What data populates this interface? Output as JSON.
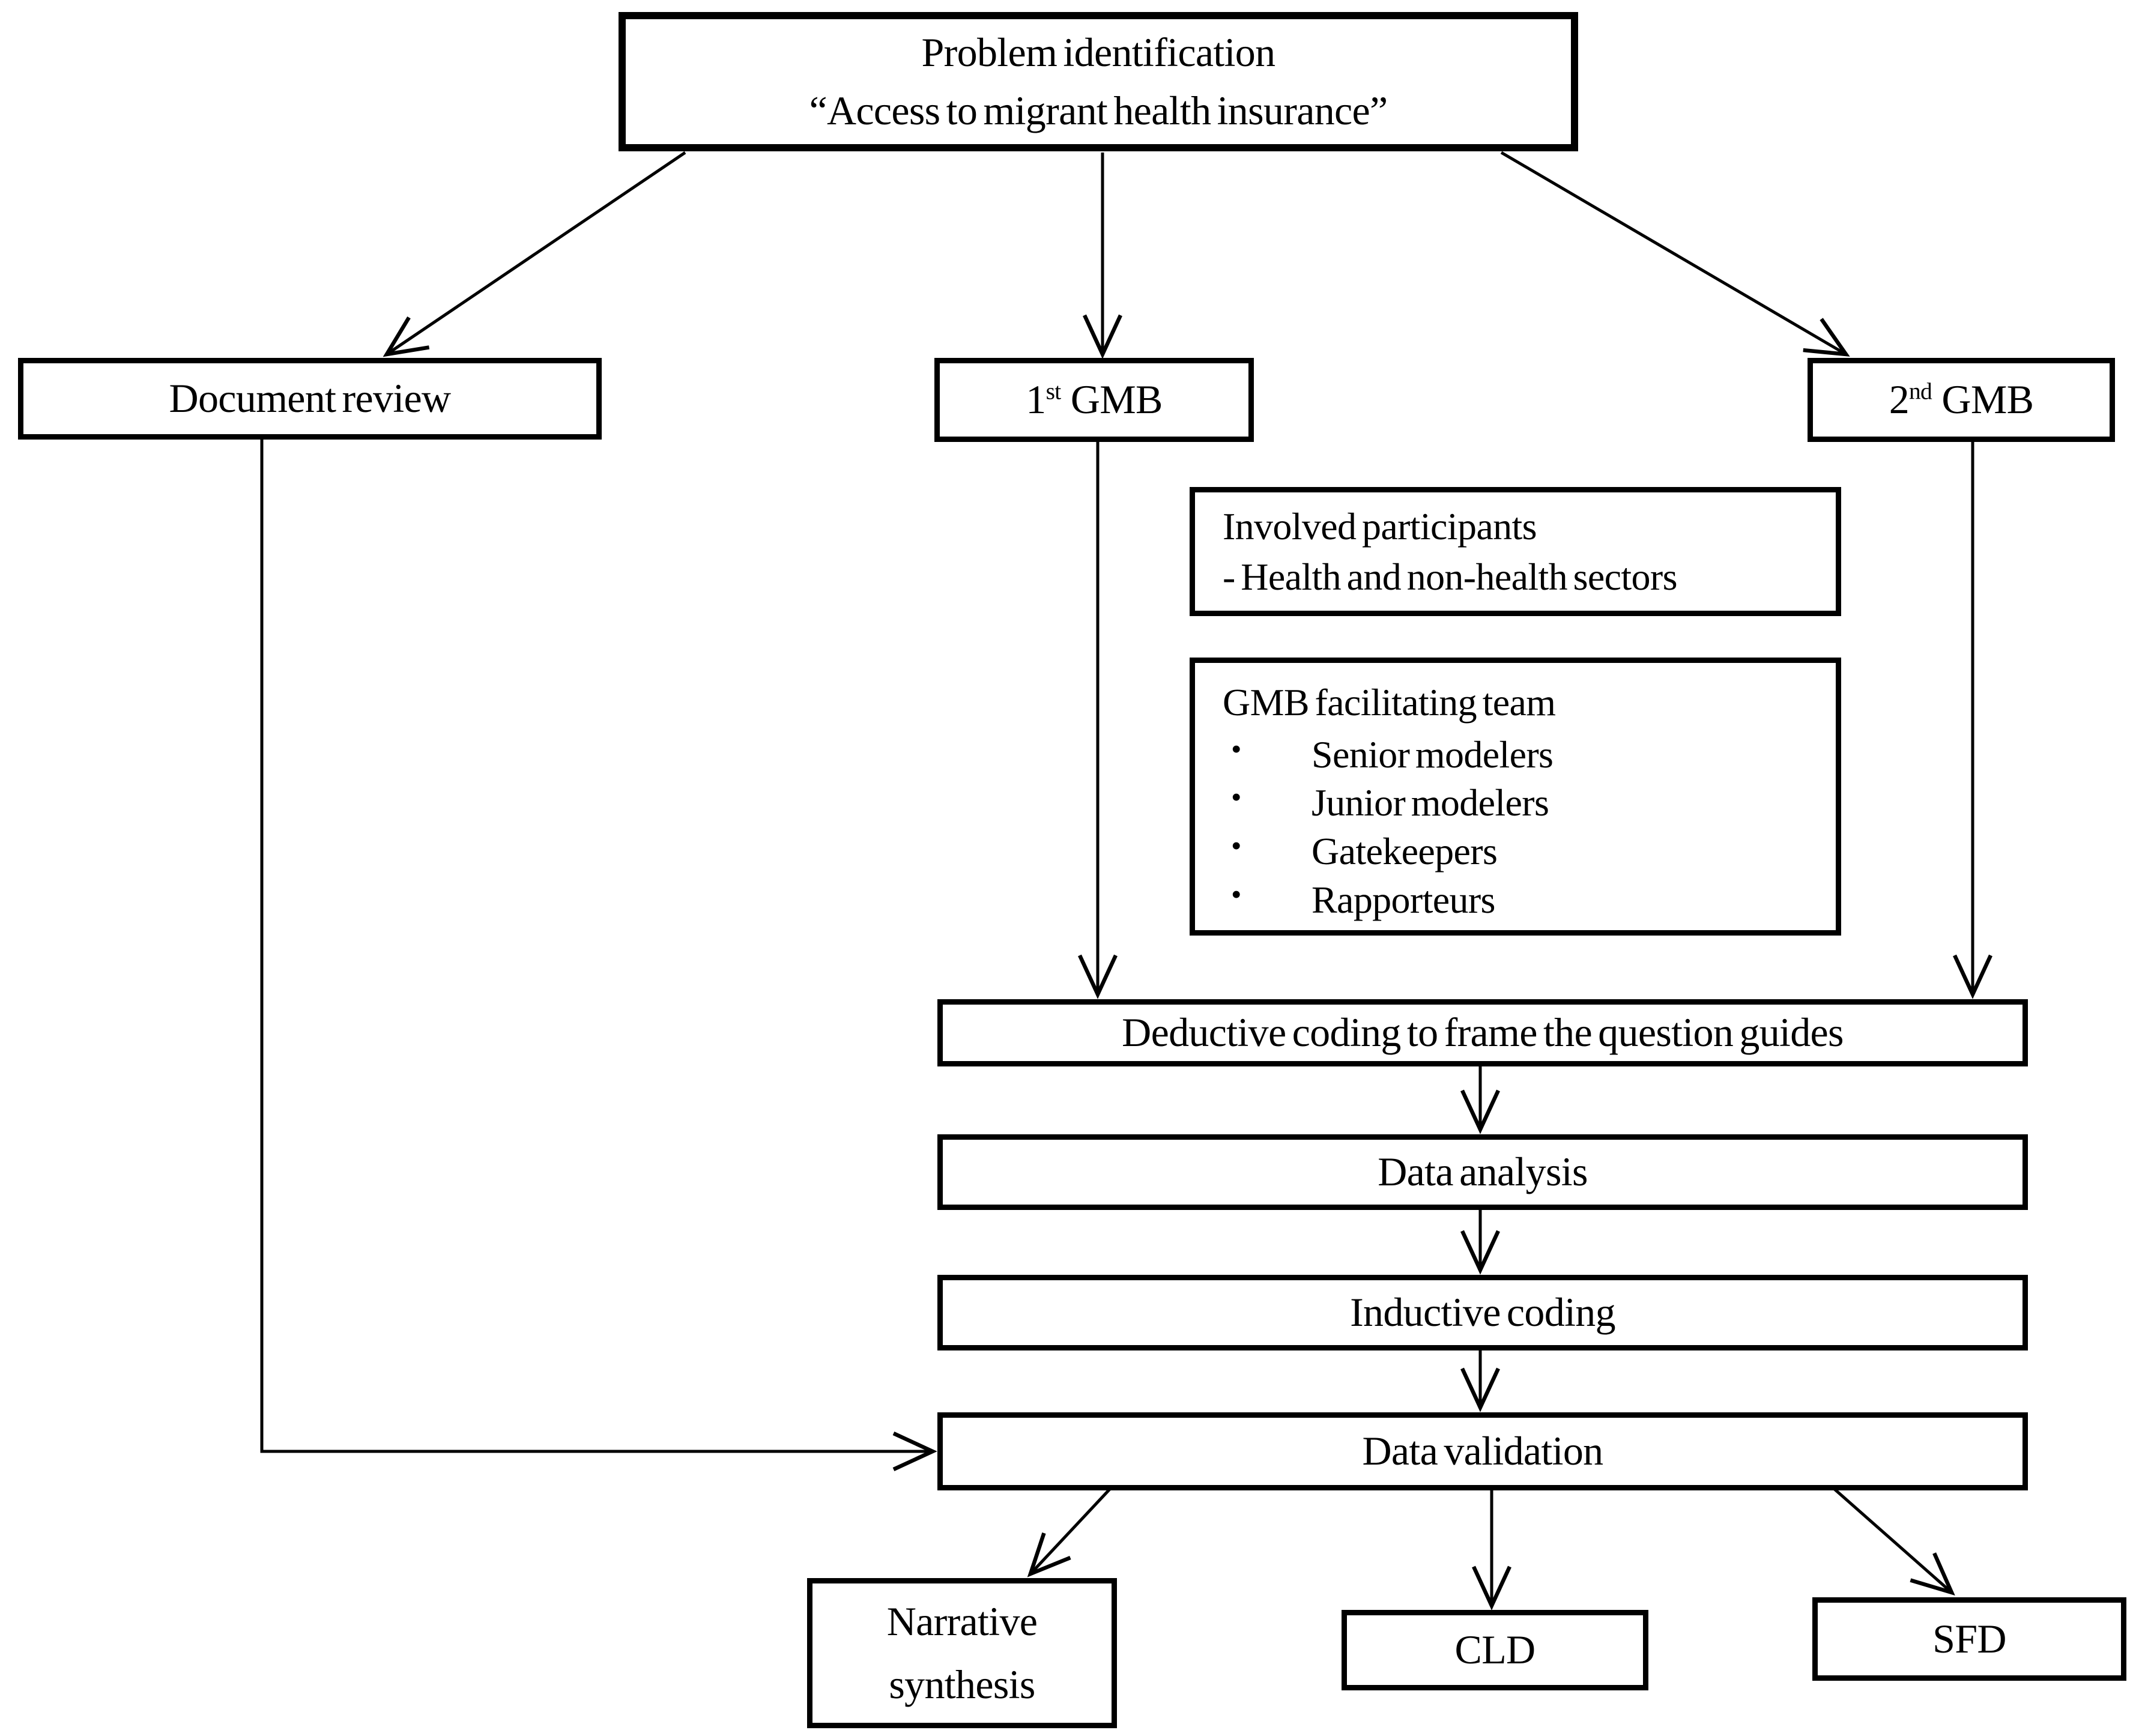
{
  "colors": {
    "background": "#ffffff",
    "ink": "#000000"
  },
  "nodes": {
    "problem": {
      "line1": "Problem identification",
      "line2": "“Access to migrant health insurance”"
    },
    "document_review": {
      "label": "Document review"
    },
    "first_gmb": {
      "base": "1",
      "ordinal": "st",
      "suffix": "GMB"
    },
    "second_gmb": {
      "base": "2",
      "ordinal": "nd",
      "suffix": "GMB"
    },
    "involved_participants": {
      "line1": "Involved participants",
      "line2": "- Health and non-health sectors"
    },
    "gmb_team": {
      "title": "GMB facilitating team",
      "bullets": [
        "Senior modelers",
        "Junior modelers",
        "Gatekeepers",
        "Rapporteurs"
      ]
    },
    "deductive_coding": {
      "label": "Deductive coding to frame the question guides"
    },
    "data_analysis": {
      "label": "Data analysis"
    },
    "inductive_coding": {
      "label": "Inductive coding"
    },
    "data_validation": {
      "label": "Data validation"
    },
    "narrative_synthesis": {
      "line1": "Narrative",
      "line2": "synthesis"
    },
    "cld": {
      "label": "CLD"
    },
    "sfd": {
      "label": "SFD"
    }
  }
}
